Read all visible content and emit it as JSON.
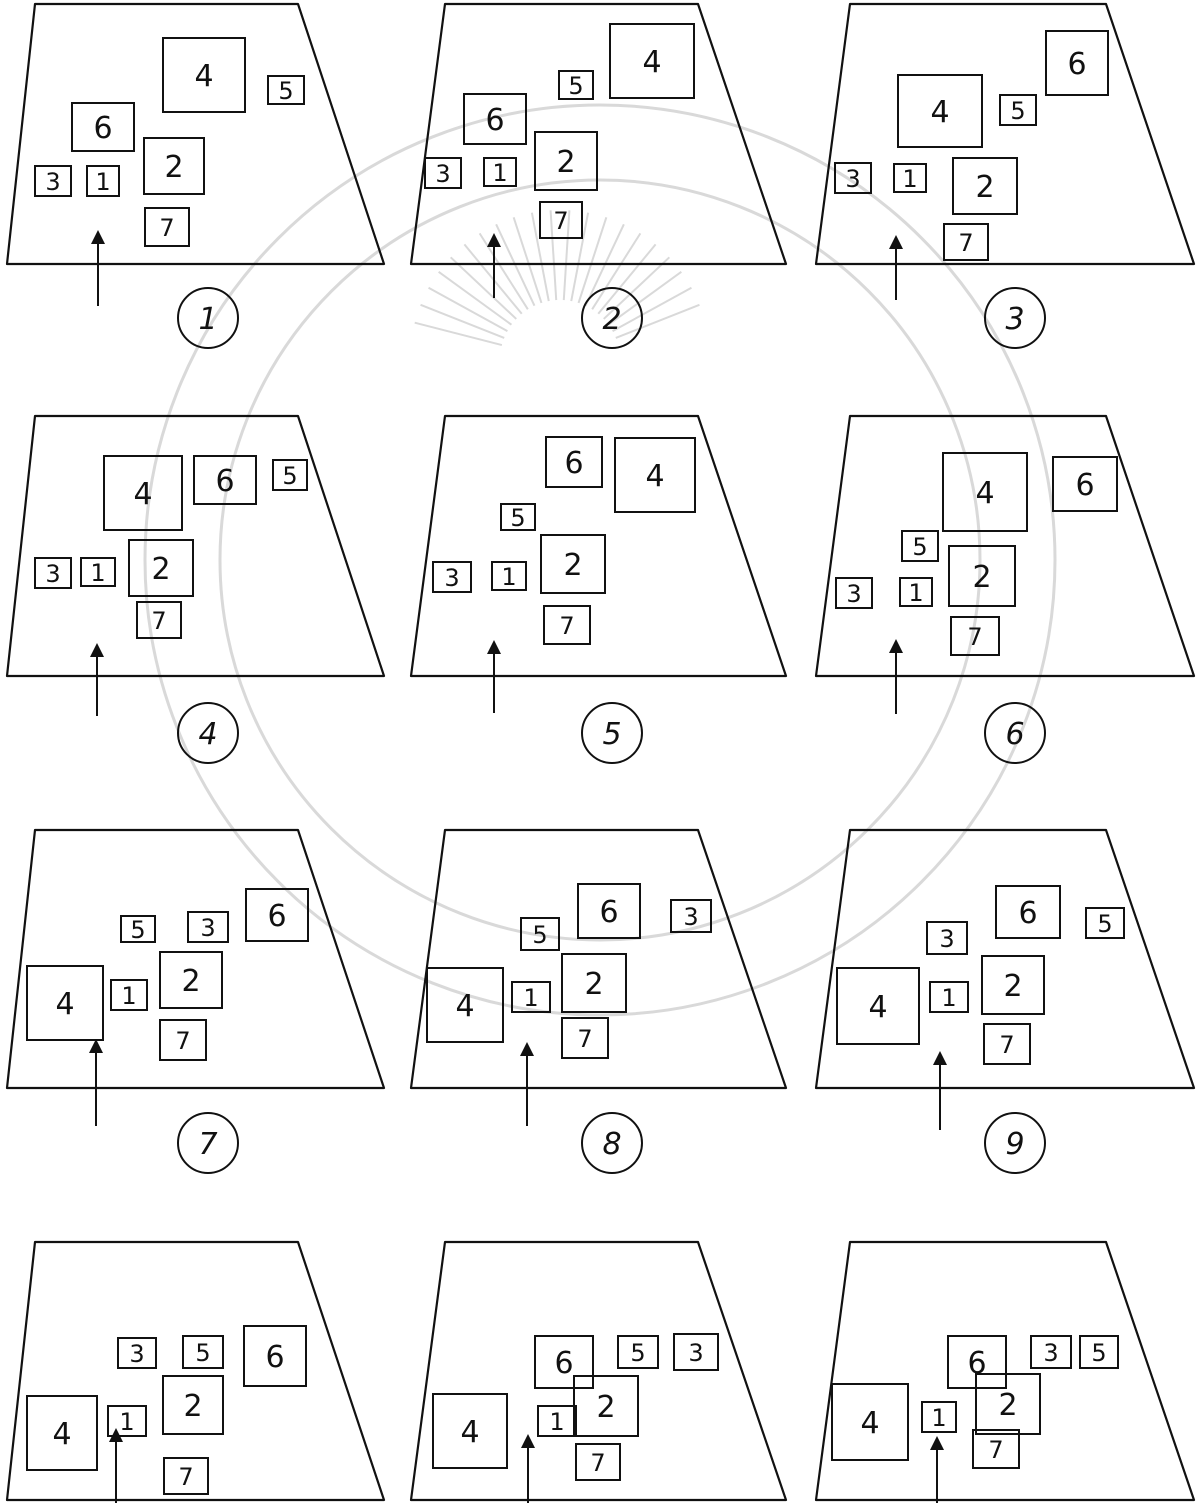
{
  "colors": {
    "ink": "#111111",
    "paper": "#ffffff",
    "watermark": "#d9d9d9"
  },
  "watermark": {
    "type": "seal-emblem"
  },
  "panels": [
    {
      "label": "1",
      "boxes": [
        {
          "n": "4"
        },
        {
          "n": "5"
        },
        {
          "n": "6"
        },
        {
          "n": "3"
        },
        {
          "n": "1"
        },
        {
          "n": "2"
        },
        {
          "n": "7"
        }
      ]
    },
    {
      "label": "2",
      "boxes": [
        {
          "n": "5"
        },
        {
          "n": "4"
        },
        {
          "n": "6"
        },
        {
          "n": "3"
        },
        {
          "n": "1"
        },
        {
          "n": "2"
        },
        {
          "n": "7"
        }
      ]
    },
    {
      "label": "3",
      "boxes": [
        {
          "n": "6"
        },
        {
          "n": "4"
        },
        {
          "n": "5"
        },
        {
          "n": "3"
        },
        {
          "n": "1"
        },
        {
          "n": "2"
        },
        {
          "n": "7"
        }
      ]
    },
    {
      "label": "4",
      "boxes": [
        {
          "n": "4"
        },
        {
          "n": "6"
        },
        {
          "n": "5"
        },
        {
          "n": "3"
        },
        {
          "n": "1"
        },
        {
          "n": "2"
        },
        {
          "n": "7"
        }
      ]
    },
    {
      "label": "5",
      "boxes": [
        {
          "n": "6"
        },
        {
          "n": "4"
        },
        {
          "n": "5"
        },
        {
          "n": "3"
        },
        {
          "n": "1"
        },
        {
          "n": "2"
        },
        {
          "n": "7"
        }
      ]
    },
    {
      "label": "6",
      "boxes": [
        {
          "n": "4"
        },
        {
          "n": "6"
        },
        {
          "n": "5"
        },
        {
          "n": "3"
        },
        {
          "n": "1"
        },
        {
          "n": "2"
        },
        {
          "n": "7"
        }
      ]
    },
    {
      "label": "7",
      "boxes": [
        {
          "n": "6"
        },
        {
          "n": "5"
        },
        {
          "n": "3"
        },
        {
          "n": "4"
        },
        {
          "n": "1"
        },
        {
          "n": "2"
        },
        {
          "n": "7"
        }
      ]
    },
    {
      "label": "8",
      "boxes": [
        {
          "n": "6"
        },
        {
          "n": "3"
        },
        {
          "n": "5"
        },
        {
          "n": "4"
        },
        {
          "n": "1"
        },
        {
          "n": "2"
        },
        {
          "n": "7"
        }
      ]
    },
    {
      "label": "9",
      "boxes": [
        {
          "n": "6"
        },
        {
          "n": "5"
        },
        {
          "n": "3"
        },
        {
          "n": "4"
        },
        {
          "n": "1"
        },
        {
          "n": "2"
        },
        {
          "n": "7"
        }
      ]
    },
    {
      "label": "",
      "boxes": [
        {
          "n": "3"
        },
        {
          "n": "5"
        },
        {
          "n": "6"
        },
        {
          "n": "4"
        },
        {
          "n": "1"
        },
        {
          "n": "2"
        },
        {
          "n": "7"
        }
      ]
    },
    {
      "label": "",
      "boxes": [
        {
          "n": "6"
        },
        {
          "n": "5"
        },
        {
          "n": "3"
        },
        {
          "n": "4"
        },
        {
          "n": "1"
        },
        {
          "n": "2"
        },
        {
          "n": "7"
        }
      ]
    },
    {
      "label": "",
      "boxes": [
        {
          "n": "6"
        },
        {
          "n": "3"
        },
        {
          "n": "5"
        },
        {
          "n": "4"
        },
        {
          "n": "1"
        },
        {
          "n": "2"
        },
        {
          "n": "7"
        }
      ]
    }
  ]
}
